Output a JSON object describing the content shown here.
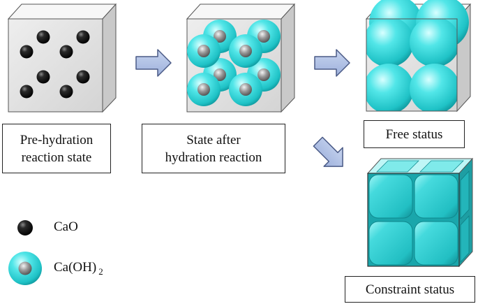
{
  "labels": {
    "pre_hydration": [
      "Pre-hydration",
      "reaction state"
    ],
    "after_hydration": [
      "State after",
      "hydration reaction"
    ],
    "free_status": "Free status",
    "constraint_status": "Constraint status"
  },
  "legend": {
    "cao": "CaO",
    "caoh2_main": "Ca(OH)",
    "caoh2_subscript": "2"
  },
  "colors": {
    "cao_particle": "#111111",
    "caoh2_shell": "#35d4d6",
    "cube_face": "#e4e4e4",
    "arrow_fill": "#aebfe3",
    "arrow_stroke": "#4a5a86"
  },
  "icons": {
    "arrow_1": "right-arrow-icon",
    "arrow_2": "right-arrow-icon",
    "arrow_3": "diagonal-down-right-arrow-icon"
  }
}
